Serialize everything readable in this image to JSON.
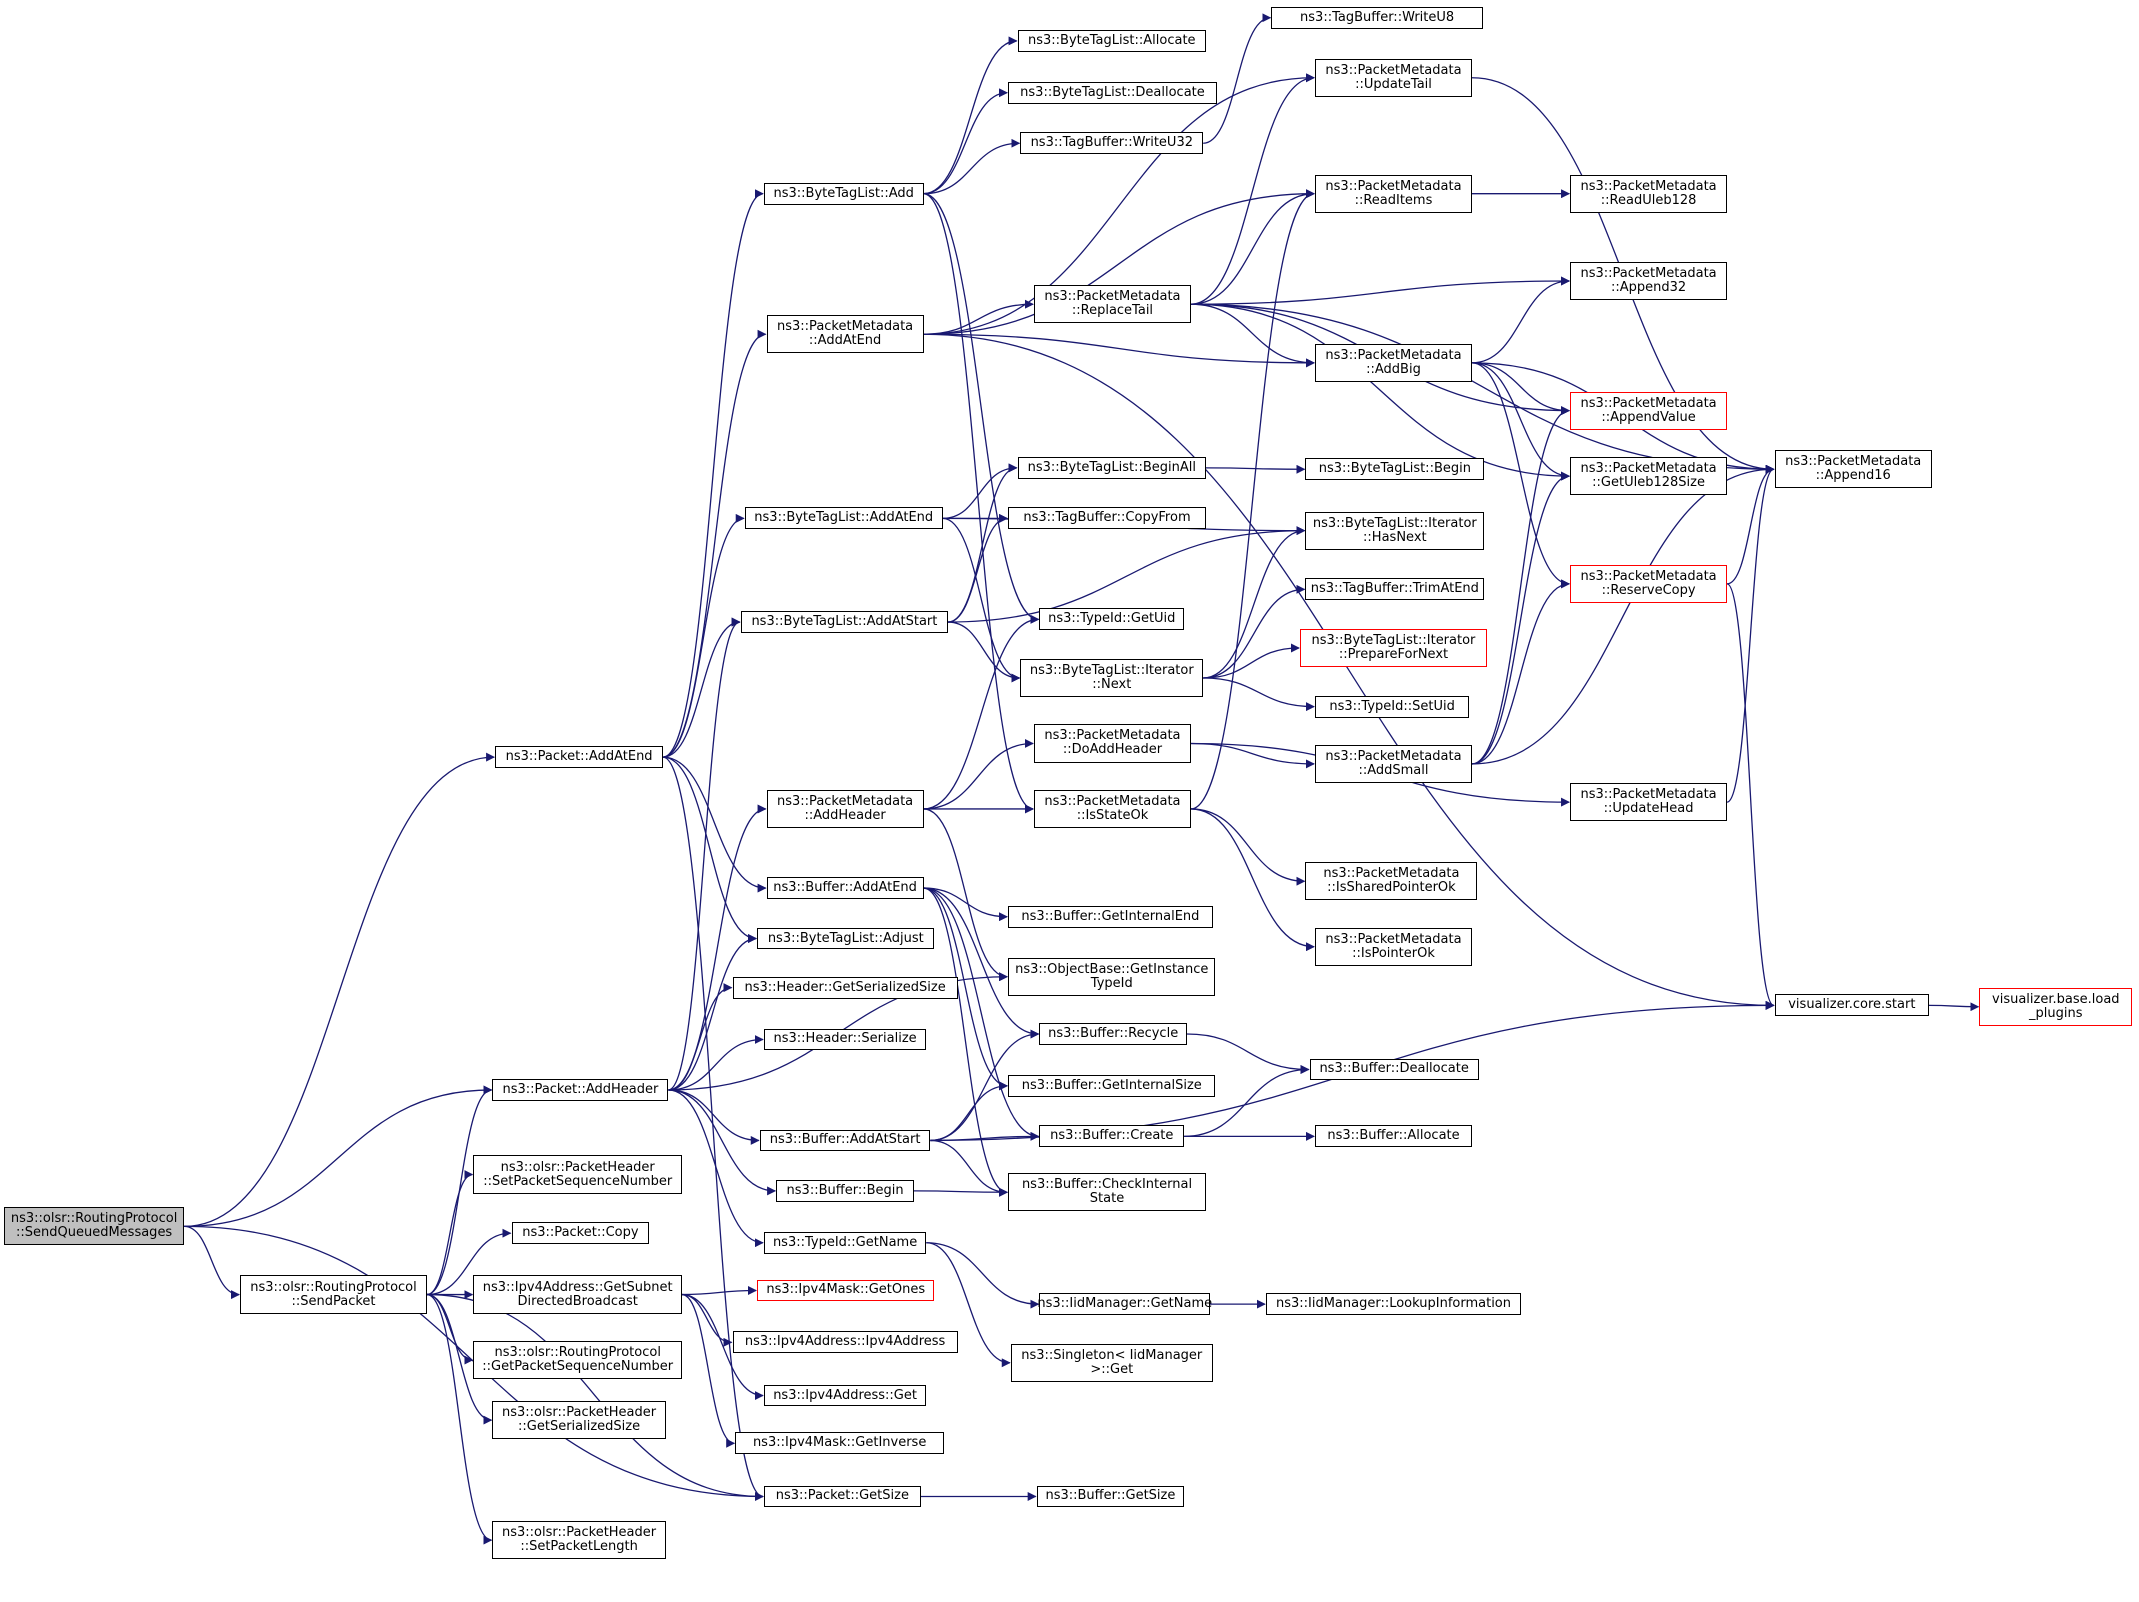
{
  "graph": {
    "type": "call-graph",
    "edge_color": "#191970",
    "root_fill": "#bfbfbf",
    "truncated_border": "#ff0000",
    "nodes": [
      {
        "id": "sendqueued",
        "lines": [
          "ns3::olsr::RoutingProtocol",
          "::SendQueuedMessages"
        ],
        "root": true
      },
      {
        "id": "sendpacket",
        "lines": [
          "ns3::olsr::RoutingProtocol",
          "::SendPacket"
        ]
      },
      {
        "id": "pkt_addatend",
        "lines": [
          "ns3::Packet::AddAtEnd"
        ]
      },
      {
        "id": "pkt_addheader",
        "lines": [
          "ns3::Packet::AddHeader"
        ]
      },
      {
        "id": "pkt_getsize",
        "lines": [
          "ns3::Packet::GetSize"
        ]
      },
      {
        "id": "pkt_copy",
        "lines": [
          "ns3::Packet::Copy"
        ]
      },
      {
        "id": "ph_setseq",
        "lines": [
          "ns3::olsr::PacketHeader",
          "::SetPacketSequenceNumber"
        ]
      },
      {
        "id": "ipv4_getsubnet",
        "lines": [
          "ns3::Ipv4Address::GetSubnet",
          "DirectedBroadcast"
        ]
      },
      {
        "id": "rp_getseq",
        "lines": [
          "ns3::olsr::RoutingProtocol",
          "::GetPacketSequenceNumber"
        ]
      },
      {
        "id": "ph_getser",
        "lines": [
          "ns3::olsr::PacketHeader",
          "::GetSerializedSize"
        ]
      },
      {
        "id": "ph_setlen",
        "lines": [
          "ns3::olsr::PacketHeader",
          "::SetPacketLength"
        ]
      },
      {
        "id": "btl_add",
        "lines": [
          "ns3::ByteTagList::Add"
        ]
      },
      {
        "id": "pm_addatend",
        "lines": [
          "ns3::PacketMetadata",
          "::AddAtEnd"
        ]
      },
      {
        "id": "btl_addatend",
        "lines": [
          "ns3::ByteTagList::AddAtEnd"
        ]
      },
      {
        "id": "btl_addatstart",
        "lines": [
          "ns3::ByteTagList::AddAtStart"
        ]
      },
      {
        "id": "pm_addheader",
        "lines": [
          "ns3::PacketMetadata",
          "::AddHeader"
        ]
      },
      {
        "id": "buf_addatend",
        "lines": [
          "ns3::Buffer::AddAtEnd"
        ]
      },
      {
        "id": "btl_adjust",
        "lines": [
          "ns3::ByteTagList::Adjust"
        ]
      },
      {
        "id": "hdr_getser",
        "lines": [
          "ns3::Header::GetSerializedSize"
        ]
      },
      {
        "id": "hdr_serialize",
        "lines": [
          "ns3::Header::Serialize"
        ]
      },
      {
        "id": "buf_addatstart",
        "lines": [
          "ns3::Buffer::AddAtStart"
        ]
      },
      {
        "id": "buf_begin",
        "lines": [
          "ns3::Buffer::Begin"
        ]
      },
      {
        "id": "typeid_getname",
        "lines": [
          "ns3::TypeId::GetName"
        ]
      },
      {
        "id": "ipv4mask_getones",
        "lines": [
          "ns3::Ipv4Mask::GetOnes"
        ],
        "truncated": true
      },
      {
        "id": "ipv4addr_ctor",
        "lines": [
          "ns3::Ipv4Address::Ipv4Address"
        ]
      },
      {
        "id": "ipv4addr_get",
        "lines": [
          "ns3::Ipv4Address::Get"
        ]
      },
      {
        "id": "ipv4mask_getinv",
        "lines": [
          "ns3::Ipv4Mask::GetInverse"
        ]
      },
      {
        "id": "btl_allocate",
        "lines": [
          "ns3::ByteTagList::Allocate"
        ]
      },
      {
        "id": "btl_deallocate",
        "lines": [
          "ns3::ByteTagList::Deallocate"
        ]
      },
      {
        "id": "tb_writeu32",
        "lines": [
          "ns3::TagBuffer::WriteU32"
        ]
      },
      {
        "id": "pm_replacetail",
        "lines": [
          "ns3::PacketMetadata",
          "::ReplaceTail"
        ]
      },
      {
        "id": "btl_beginall",
        "lines": [
          "ns3::ByteTagList::BeginAll"
        ]
      },
      {
        "id": "tb_copyfrom",
        "lines": [
          "ns3::TagBuffer::CopyFrom"
        ]
      },
      {
        "id": "typeid_getuid",
        "lines": [
          "ns3::TypeId::GetUid"
        ]
      },
      {
        "id": "btl_iter_next",
        "lines": [
          "ns3::ByteTagList::Iterator",
          "::Next"
        ]
      },
      {
        "id": "pm_doaddheader",
        "lines": [
          "ns3::PacketMetadata",
          "::DoAddHeader"
        ]
      },
      {
        "id": "pm_isstateok",
        "lines": [
          "ns3::PacketMetadata",
          "::IsStateOk"
        ]
      },
      {
        "id": "buf_getinternalend",
        "lines": [
          "ns3::Buffer::GetInternalEnd"
        ]
      },
      {
        "id": "ob_getinstancetypeid",
        "lines": [
          "ns3::ObjectBase::GetInstance",
          "TypeId"
        ]
      },
      {
        "id": "buf_recycle",
        "lines": [
          "ns3::Buffer::Recycle"
        ]
      },
      {
        "id": "buf_getinternalsize",
        "lines": [
          "ns3::Buffer::GetInternalSize"
        ]
      },
      {
        "id": "buf_create",
        "lines": [
          "ns3::Buffer::Create"
        ]
      },
      {
        "id": "buf_checkinternal",
        "lines": [
          "ns3::Buffer::CheckInternal",
          "State"
        ]
      },
      {
        "id": "iid_getname",
        "lines": [
          "ns3::IidManager::GetName"
        ]
      },
      {
        "id": "singleton_get",
        "lines": [
          "ns3::Singleton< IidManager",
          ">::Get"
        ]
      },
      {
        "id": "buf_getsize",
        "lines": [
          "ns3::Buffer::GetSize"
        ]
      },
      {
        "id": "tb_writeu8",
        "lines": [
          "ns3::TagBuffer::WriteU8"
        ]
      },
      {
        "id": "pm_updatetail",
        "lines": [
          "ns3::PacketMetadata",
          "::UpdateTail"
        ]
      },
      {
        "id": "pm_readitems",
        "lines": [
          "ns3::PacketMetadata",
          "::ReadItems"
        ]
      },
      {
        "id": "pm_addbig",
        "lines": [
          "ns3::PacketMetadata",
          "::AddBig"
        ]
      },
      {
        "id": "btl_begin",
        "lines": [
          "ns3::ByteTagList::Begin"
        ]
      },
      {
        "id": "btl_iter_hasnext",
        "lines": [
          "ns3::ByteTagList::Iterator",
          "::HasNext"
        ]
      },
      {
        "id": "tb_trimatend",
        "lines": [
          "ns3::TagBuffer::TrimAtEnd"
        ]
      },
      {
        "id": "btl_iter_prepare",
        "lines": [
          "ns3::ByteTagList::Iterator",
          "::PrepareForNext"
        ],
        "truncated": true
      },
      {
        "id": "typeid_setuid",
        "lines": [
          "ns3::TypeId::SetUid"
        ]
      },
      {
        "id": "pm_addsmall",
        "lines": [
          "ns3::PacketMetadata",
          "::AddSmall"
        ]
      },
      {
        "id": "pm_issharedok",
        "lines": [
          "ns3::PacketMetadata",
          "::IsSharedPointerOk"
        ]
      },
      {
        "id": "pm_ispointerok",
        "lines": [
          "ns3::PacketMetadata",
          "::IsPointerOk"
        ]
      },
      {
        "id": "buf_deallocate",
        "lines": [
          "ns3::Buffer::Deallocate"
        ]
      },
      {
        "id": "buf_allocate",
        "lines": [
          "ns3::Buffer::Allocate"
        ]
      },
      {
        "id": "iid_lookup",
        "lines": [
          "ns3::IidManager::LookupInformation"
        ]
      },
      {
        "id": "pm_readuleb",
        "lines": [
          "ns3::PacketMetadata",
          "::ReadUleb128"
        ]
      },
      {
        "id": "pm_append32",
        "lines": [
          "ns3::PacketMetadata",
          "::Append32"
        ]
      },
      {
        "id": "pm_appendvalue",
        "lines": [
          "ns3::PacketMetadata",
          "::AppendValue"
        ],
        "truncated": true
      },
      {
        "id": "pm_getuleb",
        "lines": [
          "ns3::PacketMetadata",
          "::GetUleb128Size"
        ]
      },
      {
        "id": "pm_reservecopy",
        "lines": [
          "ns3::PacketMetadata",
          "::ReserveCopy"
        ],
        "truncated": true
      },
      {
        "id": "pm_updatehead",
        "lines": [
          "ns3::PacketMetadata",
          "::UpdateHead"
        ]
      },
      {
        "id": "pm_append16",
        "lines": [
          "ns3::PacketMetadata",
          "::Append16"
        ]
      },
      {
        "id": "vis_start",
        "lines": [
          "visualizer.core.start"
        ]
      },
      {
        "id": "vis_loadplugins",
        "lines": [
          "visualizer.base.load",
          "_plugins"
        ],
        "truncated": true
      }
    ],
    "edges": [
      [
        "sendqueued",
        "pkt_addatend"
      ],
      [
        "sendqueued",
        "pkt_addheader"
      ],
      [
        "sendqueued",
        "sendpacket"
      ],
      [
        "sendqueued",
        "pkt_getsize"
      ],
      [
        "sendpacket",
        "pkt_addheader"
      ],
      [
        "sendpacket",
        "ph_setseq"
      ],
      [
        "sendpacket",
        "pkt_copy"
      ],
      [
        "sendpacket",
        "ipv4_getsubnet"
      ],
      [
        "sendpacket",
        "rp_getseq"
      ],
      [
        "sendpacket",
        "ph_getser"
      ],
      [
        "sendpacket",
        "pkt_getsize"
      ],
      [
        "sendpacket",
        "ph_setlen"
      ],
      [
        "pkt_addatend",
        "btl_add"
      ],
      [
        "pkt_addatend",
        "pm_addatend"
      ],
      [
        "pkt_addatend",
        "btl_addatend"
      ],
      [
        "pkt_addatend",
        "btl_addatstart"
      ],
      [
        "pkt_addatend",
        "buf_addatend"
      ],
      [
        "pkt_addatend",
        "btl_adjust"
      ],
      [
        "pkt_addatend",
        "pkt_getsize"
      ],
      [
        "pkt_addheader",
        "btl_addatstart"
      ],
      [
        "pkt_addheader",
        "pm_addheader"
      ],
      [
        "pkt_addheader",
        "btl_adjust"
      ],
      [
        "pkt_addheader",
        "hdr_getser"
      ],
      [
        "pkt_addheader",
        "hdr_serialize"
      ],
      [
        "pkt_addheader",
        "buf_addatstart"
      ],
      [
        "pkt_addheader",
        "buf_begin"
      ],
      [
        "pkt_addheader",
        "typeid_getname"
      ],
      [
        "pkt_addheader",
        "ob_getinstancetypeid"
      ],
      [
        "ipv4_getsubnet",
        "ipv4mask_getones"
      ],
      [
        "ipv4_getsubnet",
        "ipv4addr_ctor"
      ],
      [
        "ipv4_getsubnet",
        "ipv4addr_get"
      ],
      [
        "ipv4_getsubnet",
        "ipv4mask_getinv"
      ],
      [
        "pkt_getsize",
        "buf_getsize"
      ],
      [
        "btl_add",
        "btl_allocate"
      ],
      [
        "btl_add",
        "btl_deallocate"
      ],
      [
        "btl_add",
        "tb_writeu32"
      ],
      [
        "btl_add",
        "typeid_getuid"
      ],
      [
        "btl_add",
        "pm_isstateok"
      ],
      [
        "pm_addatend",
        "pm_updatetail"
      ],
      [
        "pm_addatend",
        "pm_readitems"
      ],
      [
        "pm_addatend",
        "pm_replacetail"
      ],
      [
        "pm_addatend",
        "pm_addbig"
      ],
      [
        "pm_addatend",
        "vis_start"
      ],
      [
        "btl_addatend",
        "btl_beginall"
      ],
      [
        "btl_addatend",
        "tb_copyfrom"
      ],
      [
        "btl_addatend",
        "btl_iter_next"
      ],
      [
        "btl_addatend",
        "btl_iter_hasnext"
      ],
      [
        "btl_addatstart",
        "btl_beginall"
      ],
      [
        "btl_addatstart",
        "tb_copyfrom"
      ],
      [
        "btl_addatstart",
        "btl_iter_next"
      ],
      [
        "btl_addatstart",
        "btl_iter_hasnext"
      ],
      [
        "pm_addheader",
        "pm_doaddheader"
      ],
      [
        "pm_addheader",
        "pm_isstateok"
      ],
      [
        "pm_addheader",
        "typeid_getuid"
      ],
      [
        "pm_addheader",
        "ob_getinstancetypeid"
      ],
      [
        "buf_addatend",
        "buf_getinternalend"
      ],
      [
        "buf_addatend",
        "buf_recycle"
      ],
      [
        "buf_addatend",
        "buf_getinternalsize"
      ],
      [
        "buf_addatend",
        "buf_create"
      ],
      [
        "buf_addatend",
        "buf_checkinternal"
      ],
      [
        "buf_addatstart",
        "buf_recycle"
      ],
      [
        "buf_addatstart",
        "buf_getinternalsize"
      ],
      [
        "buf_addatstart",
        "buf_create"
      ],
      [
        "buf_addatstart",
        "buf_checkinternal"
      ],
      [
        "buf_addatstart",
        "vis_start"
      ],
      [
        "buf_begin",
        "buf_checkinternal"
      ],
      [
        "typeid_getname",
        "iid_getname"
      ],
      [
        "typeid_getname",
        "singleton_get"
      ],
      [
        "iid_getname",
        "iid_lookup"
      ],
      [
        "tb_writeu32",
        "tb_writeu8"
      ],
      [
        "pm_replacetail",
        "pm_updatetail"
      ],
      [
        "pm_replacetail",
        "pm_readitems"
      ],
      [
        "pm_replacetail",
        "pm_append32"
      ],
      [
        "pm_replacetail",
        "pm_appendvalue"
      ],
      [
        "pm_replacetail",
        "pm_addbig"
      ],
      [
        "pm_replacetail",
        "pm_getuleb"
      ],
      [
        "pm_replacetail",
        "pm_append16"
      ],
      [
        "btl_beginall",
        "btl_begin"
      ],
      [
        "btl_iter_next",
        "tb_trimatend"
      ],
      [
        "btl_iter_next",
        "btl_iter_prepare"
      ],
      [
        "btl_iter_next",
        "typeid_setuid"
      ],
      [
        "btl_iter_next",
        "btl_iter_hasnext"
      ],
      [
        "pm_doaddheader",
        "pm_addsmall"
      ],
      [
        "pm_doaddheader",
        "pm_updatehead"
      ],
      [
        "pm_isstateok",
        "pm_issharedok"
      ],
      [
        "pm_isstateok",
        "pm_ispointerok"
      ],
      [
        "pm_isstateok",
        "pm_readitems"
      ],
      [
        "buf_recycle",
        "buf_deallocate"
      ],
      [
        "buf_create",
        "buf_deallocate"
      ],
      [
        "buf_create",
        "buf_allocate"
      ],
      [
        "pm_updatetail",
        "pm_append16"
      ],
      [
        "pm_readitems",
        "pm_readuleb"
      ],
      [
        "pm_addbig",
        "pm_append32"
      ],
      [
        "pm_addbig",
        "pm_appendvalue"
      ],
      [
        "pm_addbig",
        "pm_getuleb"
      ],
      [
        "pm_addbig",
        "pm_reservecopy"
      ],
      [
        "pm_addbig",
        "pm_append16"
      ],
      [
        "pm_addsmall",
        "pm_appendvalue"
      ],
      [
        "pm_addsmall",
        "pm_getuleb"
      ],
      [
        "pm_addsmall",
        "pm_reservecopy"
      ],
      [
        "pm_addsmall",
        "pm_append16"
      ],
      [
        "pm_reservecopy",
        "pm_append16"
      ],
      [
        "pm_reservecopy",
        "vis_start"
      ],
      [
        "pm_updatehead",
        "pm_append16"
      ],
      [
        "vis_start",
        "vis_loadplugins"
      ]
    ]
  }
}
